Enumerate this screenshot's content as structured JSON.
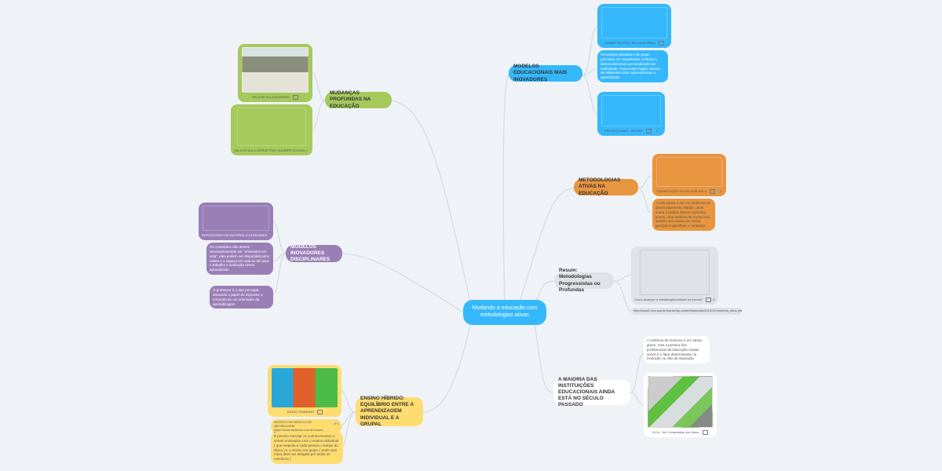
{
  "center": "Mudando a educação com metodologias ativas",
  "branches": {
    "modelos": {
      "title": "MODELOS EDUCACIONAIS MAIS INOVADORES",
      "summit": "SUMMIT SCHOOL NA CALIFORNIA",
      "text": "Os tempos passaria e do grupo precisam ser respeitados, embora o desenvolvimento personalizado ser estimulado. Para evitar Fugas, tutores de diferentes área supervisionam o aprendizado",
      "projeto": "PROJETO NAVE - RECIFE",
      "projeto_links": "1"
    },
    "metodologias": {
      "title": "METODOLOGIAS ATIVAS NA EDUCAÇÃO",
      "gamification": "GAMIFICAÇÃO DA SALA DE AULA",
      "gam_links": "1",
      "text": "A sala passa a ser um ambiente de desenvolvimento híbrido, onde teoria e prática devem caminhar juntos, uma maneira de tornar isso atrativo aos alunos da nossa geração é gamificar o conteúdo."
    },
    "resum": {
      "title": "Resum: Metodologias Progressistas ou Profundas",
      "card": "Como alcançar a interdisciplinaridade na escola?",
      "card_links": "1",
      "link": "http://www2.eca.usp.br/moran/wp-content/uploads/2013/12/modelos_educ.pdf"
    },
    "maioria": {
      "title": "A MAIORIA DAS INSTITUIÇÕES EDUCACIONAIS AINDA ESTÁ NO SÉCULO PASSADO",
      "text": "A carência de recursos é um atraso grave, mas a postura dos profissionais da educação muitas vezes é o fator determinante na evolução ou não da educação",
      "image": "UCA - Um Computador por Aluno"
    },
    "mudancas": {
      "title": "MUDANÇAS PROFUNDAS NA EDUCAÇÃO",
      "blended": "SALA DE AULA BLENDED",
      "disruptiva": "SALA DE AULA DISRUPTIVA | SUMMER SCHOOL |"
    },
    "disciplinares": {
      "title": "MODELOS INOVADORES DISCIPLINARES",
      "repositorio": "REPOSITÓRIO DE MATERIAL E ATIVIDADES",
      "text1": "Os conteúdos não devem necessariamente ser \"ensinados em sala\", eles podem ser disponibilizados online e o espaço em sala se útil para o trabalho e avaliação desse aprendizado",
      "text2": "O professor é o ator principal, deixando o papel de expositor e tornando-se um orientador da aprendizagem"
    },
    "hibrido": {
      "title": "ENSINO HÍBRIDO: EQUILÍBRIO ENTRE A APRENDIZAGEM INDIVIDUAL E A GRUPAL",
      "jogos": "JOGOS TEMBORO",
      "modelo": "MODELO DE MESCLA DE ABORDAGEM",
      "modelo_link": "https://www.tamboro.com.br/cursos",
      "modelo_links": "1",
      "text": "É preciso mesclar os conhecimentos a serem ensinados com o ensino individual ( que respeita a cada pessoa o tempo do aluno ) e o ensino em grupo ( onde uma meta deve ser atingida por todos os membros )"
    }
  },
  "colors": {
    "blue": "#35b8fb",
    "orange": "#e8953f",
    "gray": "#dfe2e6",
    "green": "#a5c95b",
    "purple": "#9a7fb7",
    "yellow": "#fedc70"
  }
}
